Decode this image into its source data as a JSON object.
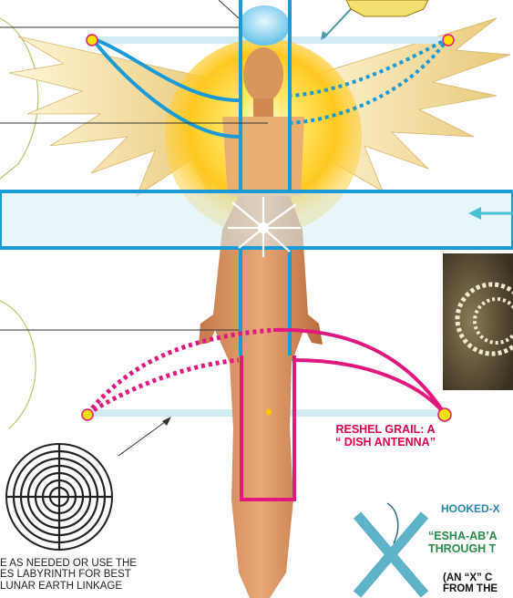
{
  "labels": {
    "reshel_grail": [
      "RESHEL GRAIL: A",
      "“ DISH ANTENNA”"
    ],
    "hooked_x": "HOOKED-X",
    "esha": [
      "“ESHA-AB’A",
      "THROUGH T"
    ],
    "an_x": [
      "(AN “X” C",
      "FROM THE"
    ],
    "labyrinth": [
      "E AS NEEDED OR USE THE",
      "ES LABYRINTH FOR BEST",
      "LUNAR EARTH LINKAGE"
    ]
  },
  "colors": {
    "blue_line": "#1b9ad6",
    "magenta_line": "#e0187f",
    "node_yellow": "#ffe000",
    "glow": "#ffd700",
    "pale_bar": "#d2ecf3",
    "cross_x": "#5fb3c9",
    "ornament_green": "#b6c86a"
  }
}
